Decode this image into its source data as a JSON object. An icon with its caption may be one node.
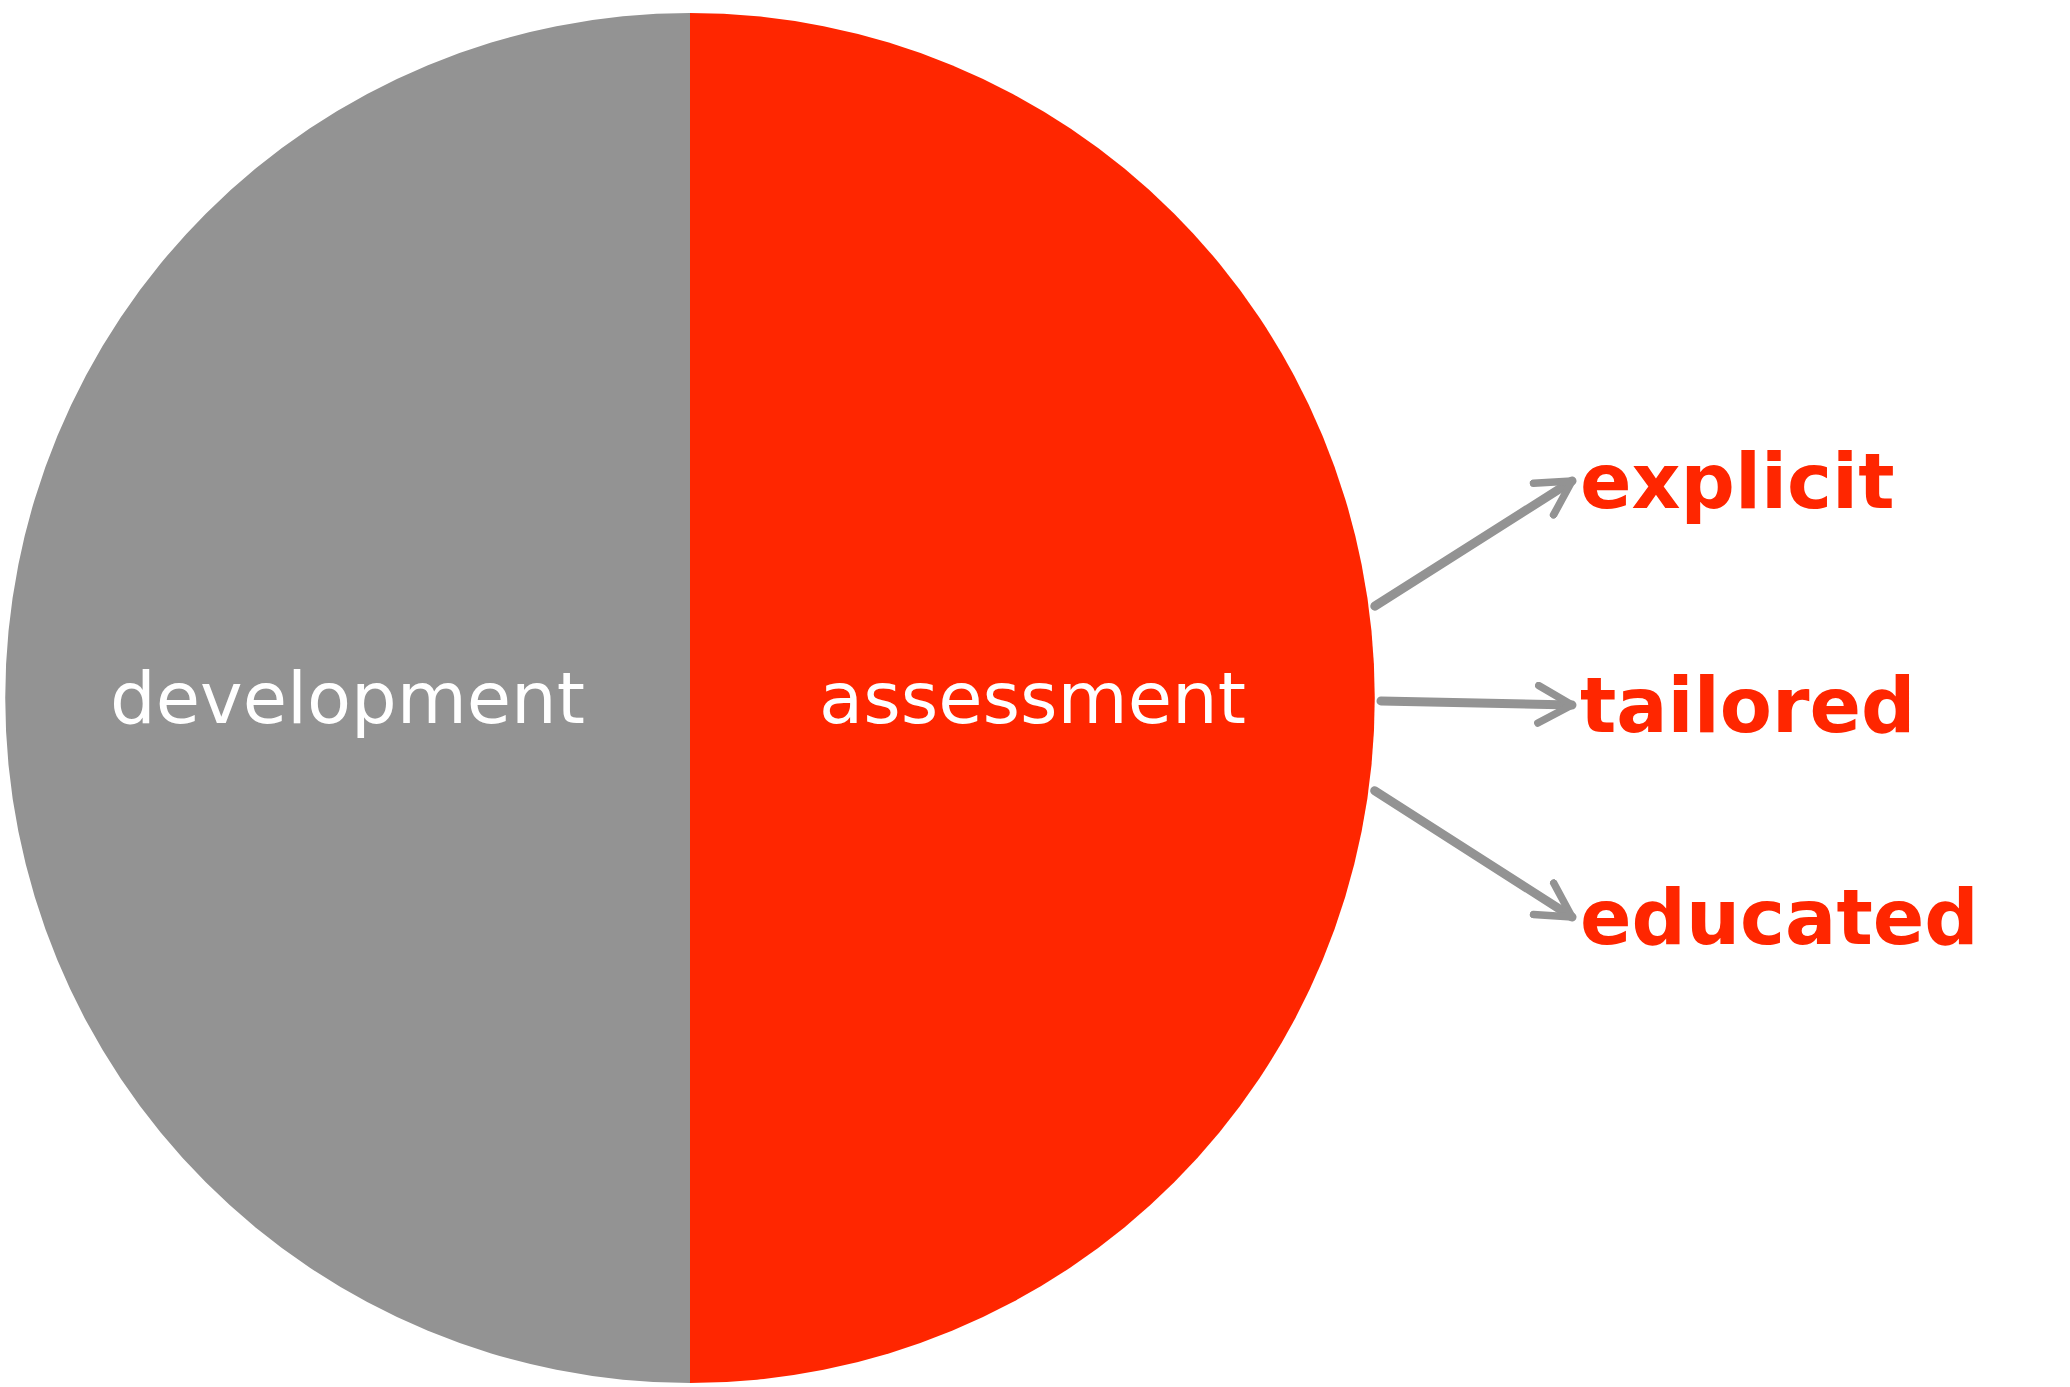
{
  "diagram": {
    "nodes": [
      {
        "text": [
          "development"
        ]
      },
      {
        "text": [
          "assessment"
        ]
      },
      {
        "text": [
          "explicit"
        ]
      },
      {
        "text": [
          "tailored"
        ]
      },
      {
        "text": [
          "educated"
        ]
      }
    ],
    "edges": [
      {
        "from": 1,
        "to": 2,
        "arrow": "to"
      },
      {
        "from": 1,
        "to": 3,
        "arrow": "to"
      },
      {
        "from": 1,
        "to": 4,
        "arrow": "to"
      }
    ]
  }
}
